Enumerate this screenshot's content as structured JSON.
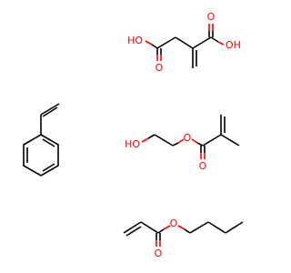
{
  "structures": [
    {
      "id": "itaconic-acid",
      "atoms": {
        "ho_left": "HO",
        "o_left_carbonyl": "O",
        "o_right_carbonyl": "O",
        "oh_right": "OH"
      }
    },
    {
      "id": "styrene",
      "atoms": {}
    },
    {
      "id": "hydroxyethyl-methacrylate",
      "atoms": {
        "ho": "HO",
        "o_ester": "O",
        "o_carbonyl": "O"
      }
    },
    {
      "id": "butyl-acrylate",
      "atoms": {
        "o_carbonyl": "O",
        "o_ester": "O"
      }
    }
  ],
  "colors": {
    "bond": "#000000",
    "oxygen": "#ff0000",
    "background": "#ffffff"
  }
}
